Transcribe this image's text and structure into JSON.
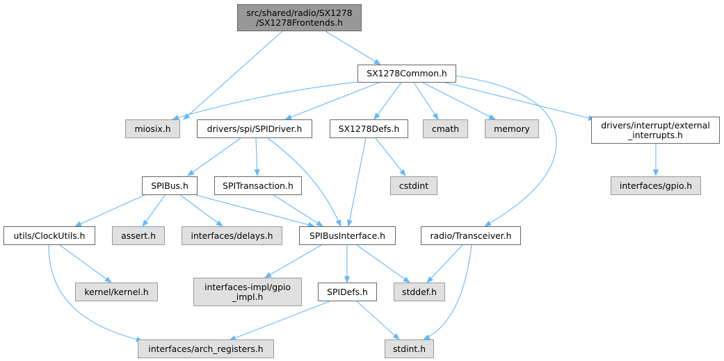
{
  "colors": {
    "edge": "#63b8ff",
    "root_fill": "#999999",
    "ext_fill": "#e0e0e0",
    "local_fill": "#ffffff"
  },
  "nodes": {
    "root": {
      "line1": "src/shared/radio/SX1278",
      "line2": "/SX1278Frontends.h"
    },
    "sx1278common": {
      "label": "SX1278Common.h"
    },
    "miosix": {
      "label": "miosix.h"
    },
    "spidriver": {
      "label": "drivers/spi/SPIDriver.h"
    },
    "sx1278defs": {
      "label": "SX1278Defs.h"
    },
    "cmath": {
      "label": "cmath"
    },
    "memory": {
      "label": "memory"
    },
    "extint": {
      "line1": "drivers/interrupt/external",
      "line2": "_interrupts.h"
    },
    "gpio": {
      "label": "interfaces/gpio.h"
    },
    "spibus": {
      "label": "SPIBus.h"
    },
    "spitransaction": {
      "label": "SPITransaction.h"
    },
    "cstdint": {
      "label": "cstdint"
    },
    "clockutils": {
      "label": "utils/ClockUtils.h"
    },
    "assert": {
      "label": "assert.h"
    },
    "delays": {
      "label": "interfaces/delays.h"
    },
    "spibusinterface": {
      "label": "SPIBusInterface.h"
    },
    "transceiver": {
      "label": "radio/Transceiver.h"
    },
    "kernel": {
      "label": "kernel/kernel.h"
    },
    "gpioimpl": {
      "line1": "interfaces-impl/gpio",
      "line2": "_impl.h"
    },
    "spidefs": {
      "label": "SPIDefs.h"
    },
    "stddef": {
      "label": "stddef.h"
    },
    "archregs": {
      "label": "interfaces/arch_registers.h"
    },
    "stdint": {
      "label": "stdint.h"
    }
  }
}
